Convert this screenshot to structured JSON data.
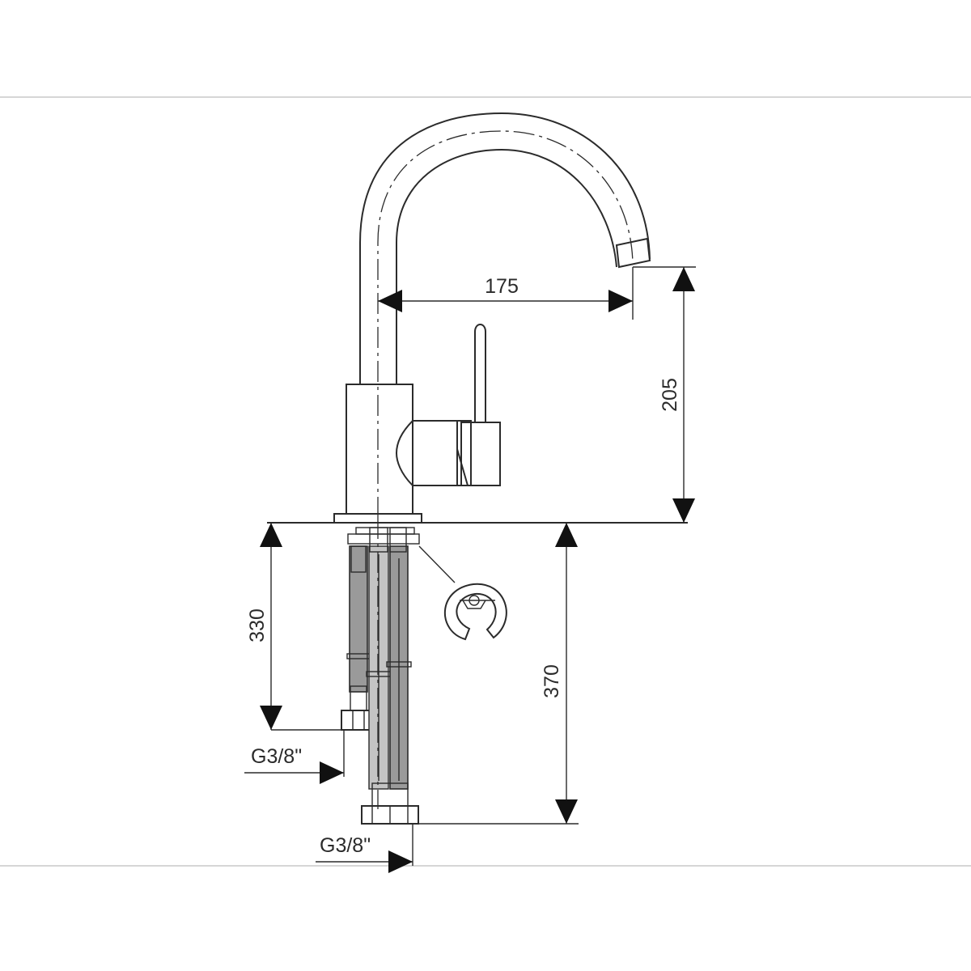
{
  "dimensions": {
    "spout_reach": "175",
    "spout_height": "205",
    "hose_short": "330",
    "hose_long": "370",
    "thread_upper": "G3/8\"",
    "thread_lower": "G3/8\""
  }
}
